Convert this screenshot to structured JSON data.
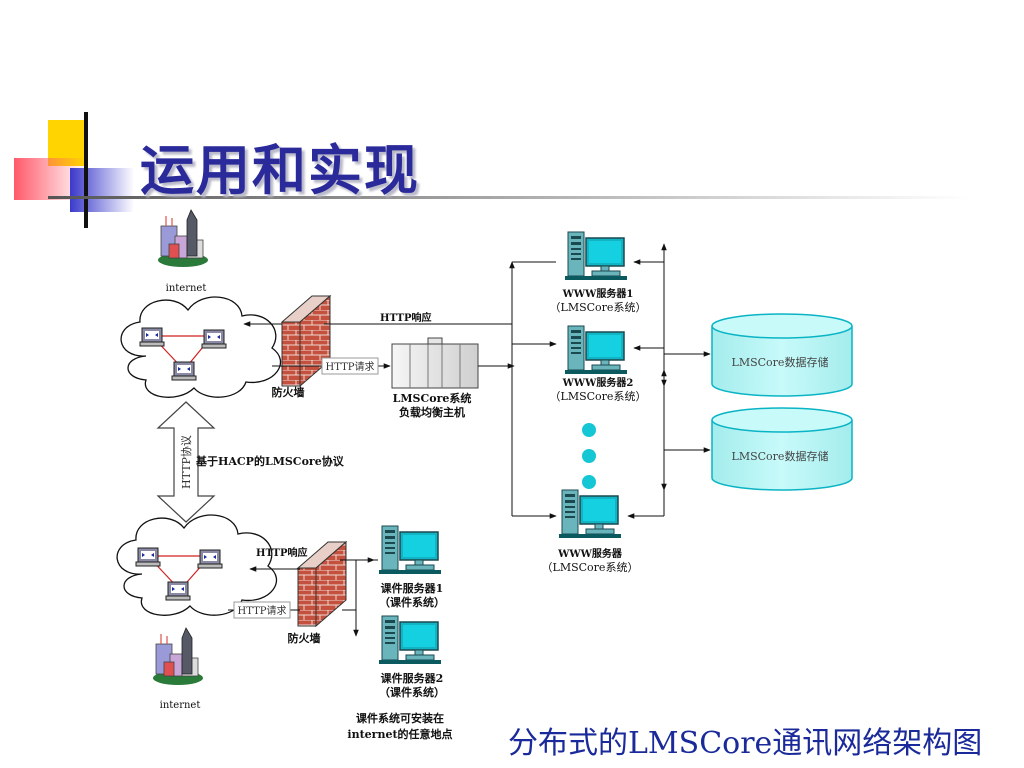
{
  "slide": {
    "title": "运用和实现",
    "caption": "分布式的LMSCore通讯网络架构图"
  },
  "diagram": {
    "internet_top": "internet",
    "internet_bottom": "internet",
    "firewall_top": "防火墙",
    "firewall_bottom": "防火墙",
    "http_response_top": "HTTP响应",
    "http_request_top": "HTTP请求",
    "http_response_bottom": "HTTP响应",
    "http_request_bottom": "HTTP请求",
    "http_protocol": "HTTP协议",
    "hacp_protocol": "基于HACP的LMSCore协议",
    "load_balancer_line1": "LMSCore系统",
    "load_balancer_line2": "负载均衡主机",
    "www1_line1": "WWW服务器1",
    "www1_line2": "（LMSCore系统）",
    "www2_line1": "WWW服务器2",
    "www2_line2": "（LMSCore系统）",
    "www3_line1": "WWW服务器",
    "www3_line2": "（LMSCore系统）",
    "storage1": "LMSCore数据存储",
    "storage2": "LMSCore数据存储",
    "course1_line1": "课件服务器1",
    "course1_line2": "（课件系统）",
    "course2_line1": "课件服务器2",
    "course2_line2": "（课件系统）",
    "course_note_line1": "课件系统可安装在",
    "course_note_line2": "internet的任意地点"
  },
  "colors": {
    "title": "#2a2a9a",
    "caption": "#1a2a9a",
    "cylinder_fill": "#b4f4f4",
    "cylinder_stroke": "#0ab4c4",
    "brick": "#c0503e",
    "monitor": "#12b4c4",
    "tower": "#6ab4bc",
    "dot": "#15c6d4"
  }
}
